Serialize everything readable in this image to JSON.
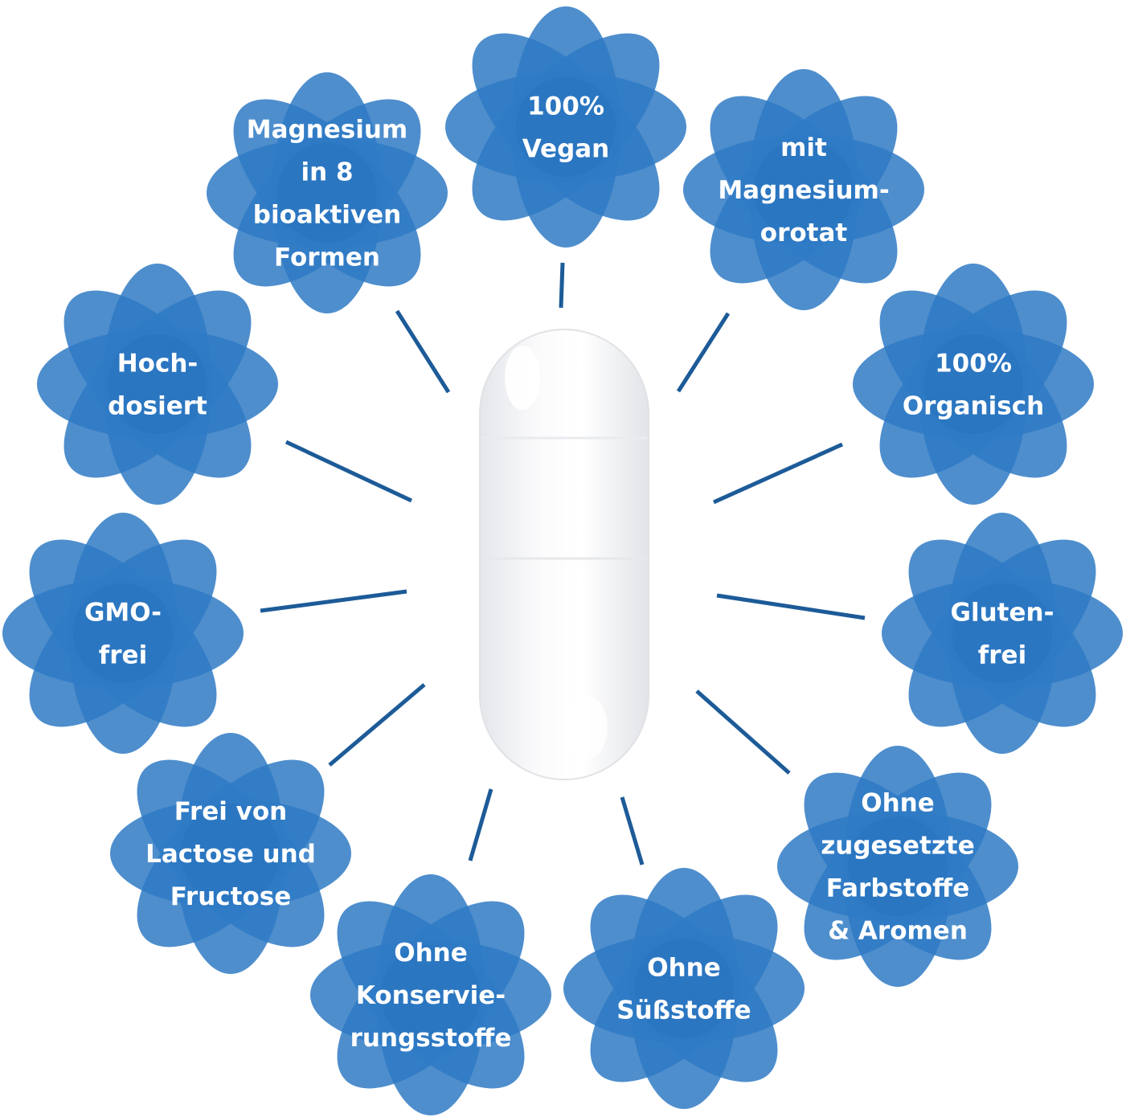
{
  "colors": {
    "petal": "#2f7ac4",
    "petal_opacity": 0.85,
    "connector": "#1d5b98",
    "capsule_fill": "#f2f3f5",
    "capsule_stroke": "#e0e2e6",
    "text": "#ffffff"
  },
  "capsule": {
    "icon": "capsule-icon"
  },
  "badges": [
    {
      "id": "vegan",
      "lines": [
        "100%",
        "Vegan"
      ]
    },
    {
      "id": "orotat",
      "lines": [
        "mit",
        "Magnesium-",
        "orotat"
      ]
    },
    {
      "id": "organisch",
      "lines": [
        "100%",
        "Organisch"
      ]
    },
    {
      "id": "glutenfrei",
      "lines": [
        "Gluten-",
        "frei"
      ]
    },
    {
      "id": "farbstoffe",
      "lines": [
        "Ohne",
        "zugesetzte",
        "Farbstoffe",
        "& Aromen"
      ]
    },
    {
      "id": "suessstoffe",
      "lines": [
        "Ohne",
        "Süßstoffe"
      ]
    },
    {
      "id": "konservierung",
      "lines": [
        "Ohne",
        "Konservie-",
        "rungsstoffe"
      ]
    },
    {
      "id": "lactose",
      "lines": [
        "Frei von",
        "Lactose und",
        "Fructose"
      ]
    },
    {
      "id": "gmo",
      "lines": [
        "GMO-",
        "frei"
      ]
    },
    {
      "id": "hochdosiert",
      "lines": [
        "Hoch-",
        "dosiert"
      ]
    },
    {
      "id": "formen",
      "lines": [
        "Magnesium",
        "in 8",
        "bioaktiven",
        "Formen"
      ]
    }
  ]
}
